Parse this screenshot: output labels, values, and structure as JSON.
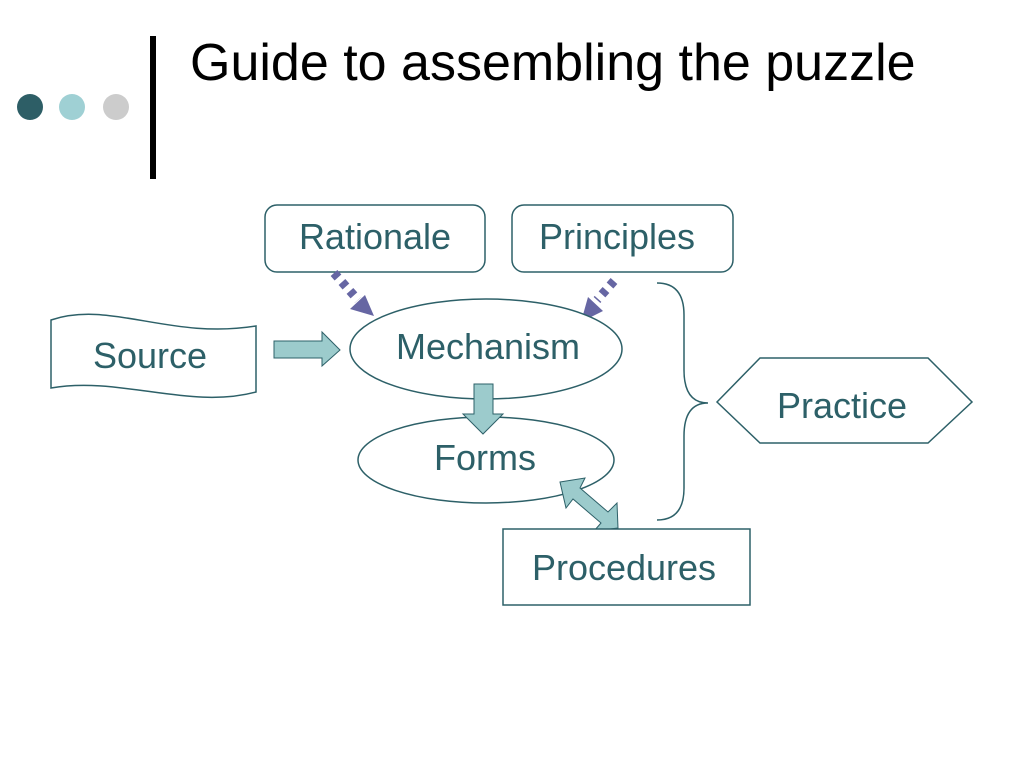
{
  "title": "Guide to assembling the puzzle",
  "colors": {
    "dot_dark": "#2d5e66",
    "dot_mid": "#9fd0d4",
    "dot_light": "#cccccc",
    "shape_stroke": "#2d6068",
    "label_text": "#2d6068",
    "block_arrow_fill": "#9ccbcc",
    "dotted_arrow": "#6666a3"
  },
  "nodes": {
    "rationale": "Rationale",
    "principles": "Principles",
    "source": "Source",
    "mechanism": "Mechanism",
    "forms": "Forms",
    "practice": "Practice",
    "procedures": "Procedures"
  }
}
